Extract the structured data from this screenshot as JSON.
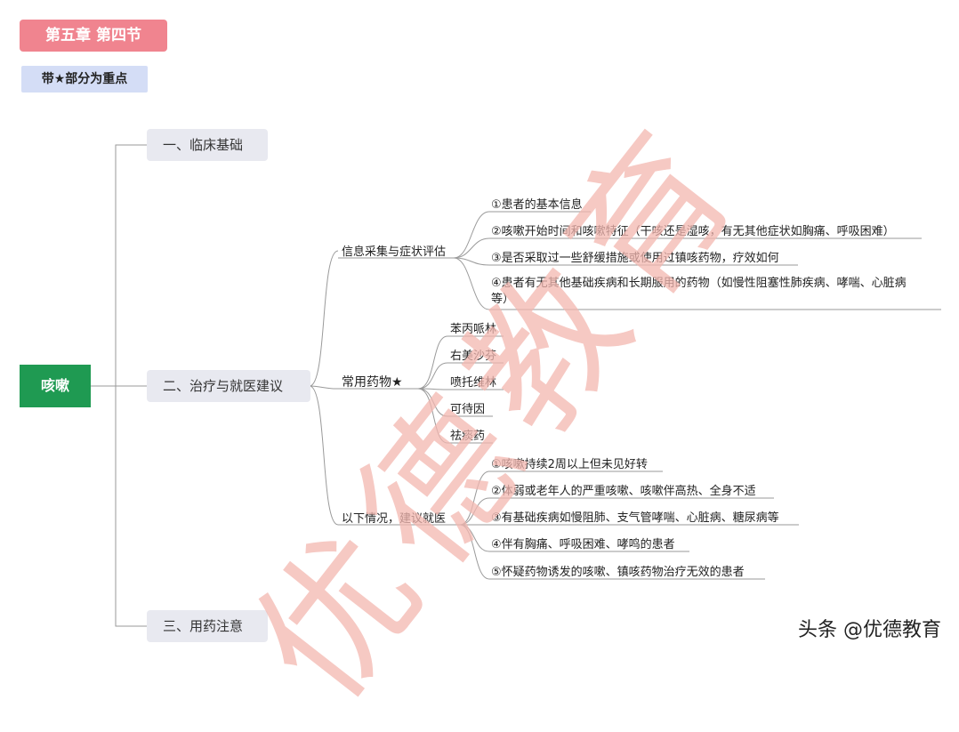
{
  "header": {
    "chapter": "第五章 第四节",
    "note": "带★部分为重点"
  },
  "root": "咳嗽",
  "branches": {
    "b1": "一、临床基础",
    "b2": "二、治疗与就医建议",
    "b3": "三、用药注意"
  },
  "info": {
    "title": "信息采集与症状评估",
    "items": [
      "①患者的基本信息",
      "②咳嗽开始时间和咳嗽特征（干咳还是湿咳，有无其他症状如胸痛、呼吸困难）",
      "③是否采取过一些舒缓措施或使用过镇咳药物，疗效如何",
      "④患者有无其他基础疾病和长期服用的药物（如慢性阻塞性肺疾病、哮喘、心脏病",
      "等）"
    ]
  },
  "drugs": {
    "title": "常用药物★",
    "items": [
      "苯丙哌林",
      "右美沙芬",
      "喷托维林",
      "可待因",
      "祛痰药"
    ]
  },
  "doctor": {
    "title": "以下情况，建议就医",
    "items": [
      "①咳嗽持续2周以上但未见好转",
      "②体弱或老年人的严重咳嗽、咳嗽伴高热、全身不适",
      "③有基础疾病如慢阻肺、支气管哮喘、心脏病、糖尿病等",
      "④伴有胸痛、呼吸困难、哮鸣的患者",
      "⑤怀疑药物诱发的咳嗽、镇咳药物治疗无效的患者"
    ]
  },
  "watermark": "优德教育",
  "footer": "头条 @优德教育",
  "colors": {
    "chapter_bg": "#f0848f",
    "note_bg": "#d4ddf6",
    "root_bg": "#1f9a52",
    "branch_bg": "#e8e9f0",
    "line": "#999999",
    "watermark": "#f3b7b0"
  }
}
